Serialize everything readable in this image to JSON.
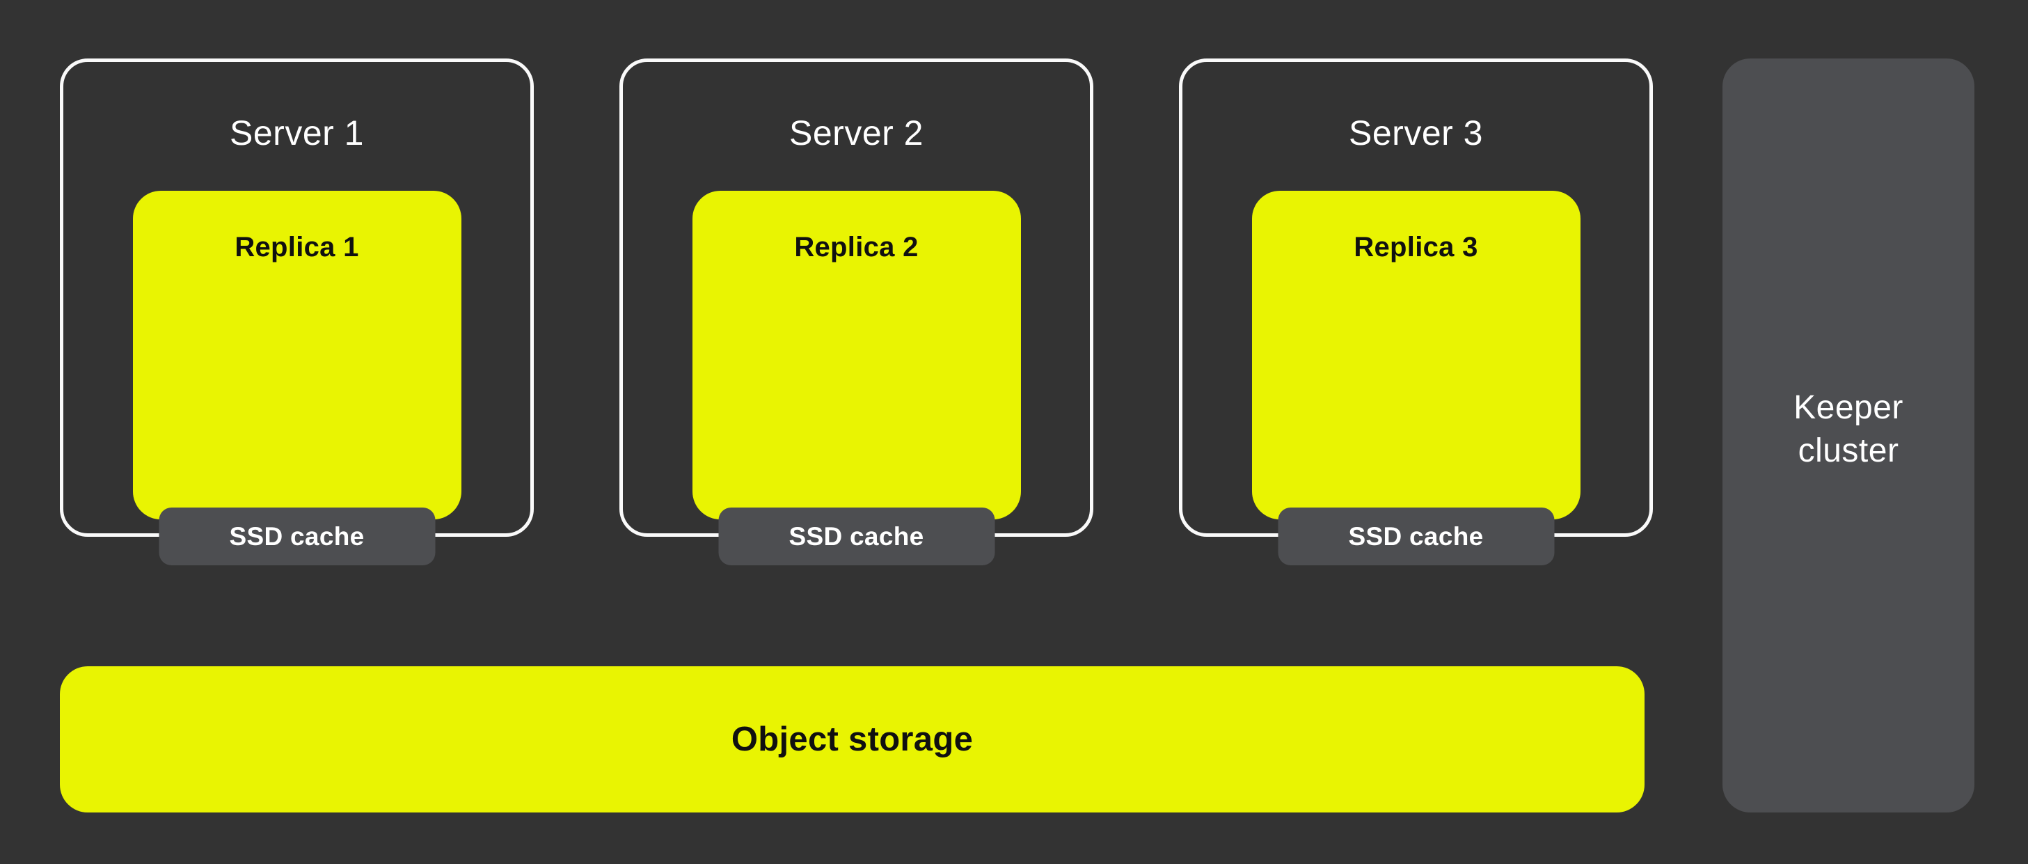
{
  "colors": {
    "background": "#333333",
    "accent_yellow": "#E9F402",
    "panel_gray": "#4D4E51",
    "border_white": "#FAFAFA",
    "text_light": "#FFFFFF",
    "text_dark": "#101010"
  },
  "servers": [
    {
      "label": "Server 1",
      "replica_label": "Replica 1",
      "cache_label": "SSD cache"
    },
    {
      "label": "Server 2",
      "replica_label": "Replica 2",
      "cache_label": "SSD cache"
    },
    {
      "label": "Server 3",
      "replica_label": "Replica 3",
      "cache_label": "SSD cache"
    }
  ],
  "object_storage": {
    "label": "Object storage"
  },
  "keeper_cluster": {
    "label": "Keeper cluster"
  }
}
